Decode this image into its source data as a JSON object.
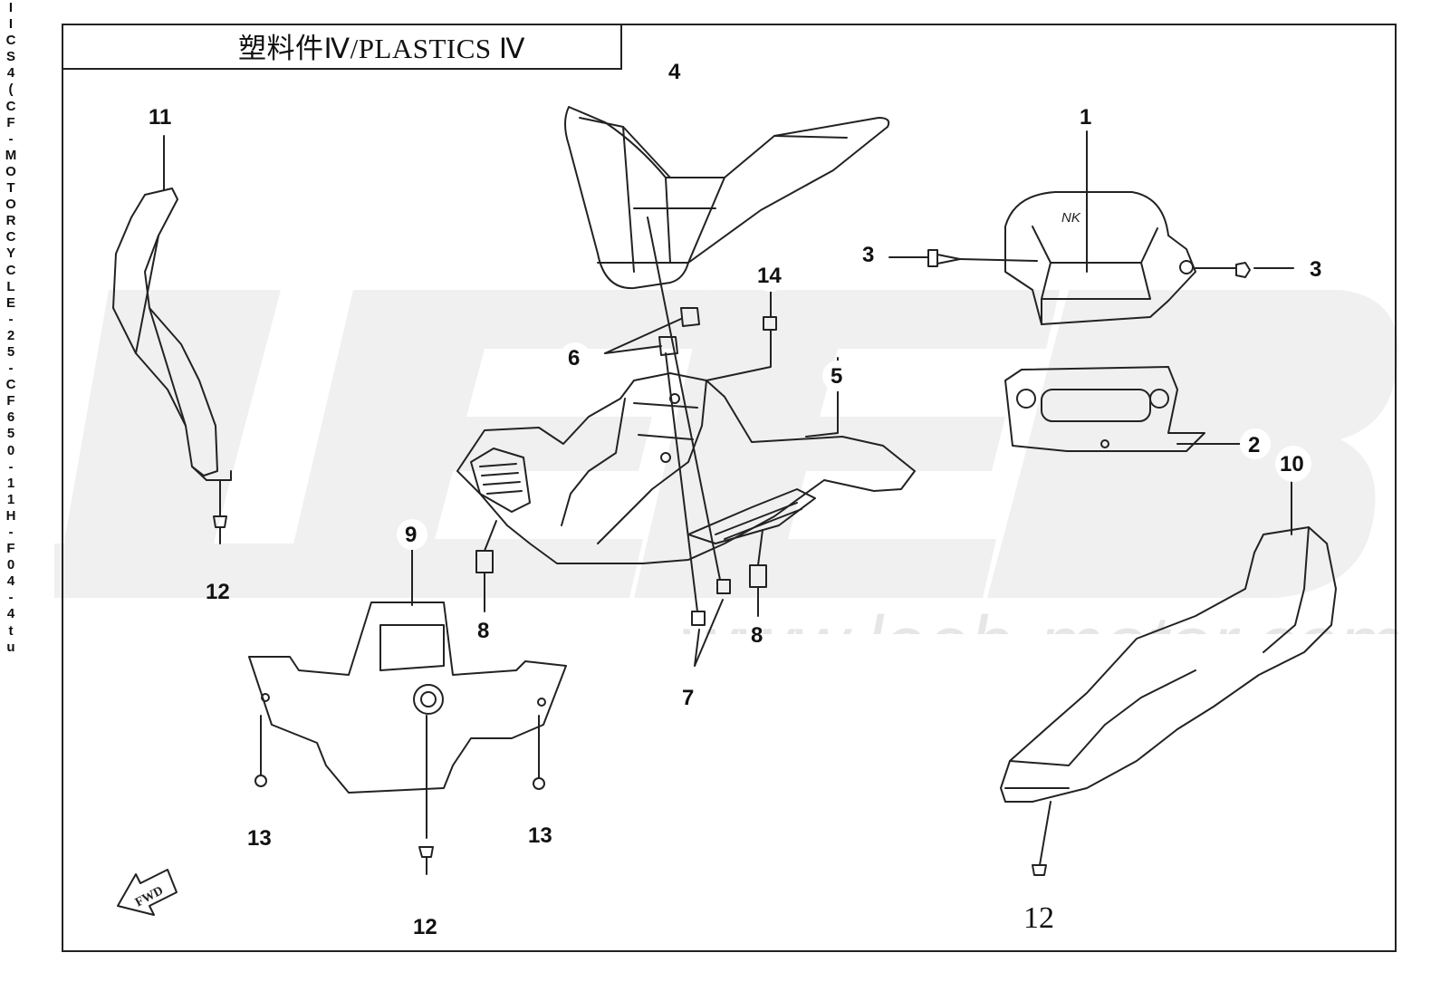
{
  "vertical_text": [
    "I",
    "I",
    "C",
    "S",
    "4",
    "(",
    "C",
    "F",
    "-",
    "M",
    "O",
    "T",
    "O",
    "R",
    "C",
    "Y",
    "C",
    "L",
    "E",
    "-",
    "2",
    "5",
    "-",
    "C",
    "F",
    "6",
    "5",
    "0",
    "-",
    "1",
    "1",
    "H",
    "-",
    "F",
    "0",
    "4",
    "-",
    "4",
    "t",
    "u"
  ],
  "title": "塑料件Ⅳ/PLASTICS Ⅳ",
  "watermark_text": "www.leeb-motor.com",
  "forward_arrow_text": "FWD",
  "callouts": {
    "c1": "1",
    "c2": "2",
    "c3a": "3",
    "c3b": "3",
    "c4": "4",
    "c5": "5",
    "c6": "6",
    "c7": "7",
    "c8a": "8",
    "c8b": "8",
    "c9": "9",
    "c10": "10",
    "c11": "11",
    "c12a": "12",
    "c12b": "12",
    "c12c": "12",
    "c13a": "13",
    "c13b": "13",
    "c14": "14"
  },
  "colors": {
    "line": "#222222",
    "watermark": "#eeeeee",
    "watermark_text": "#e6e6e6"
  }
}
